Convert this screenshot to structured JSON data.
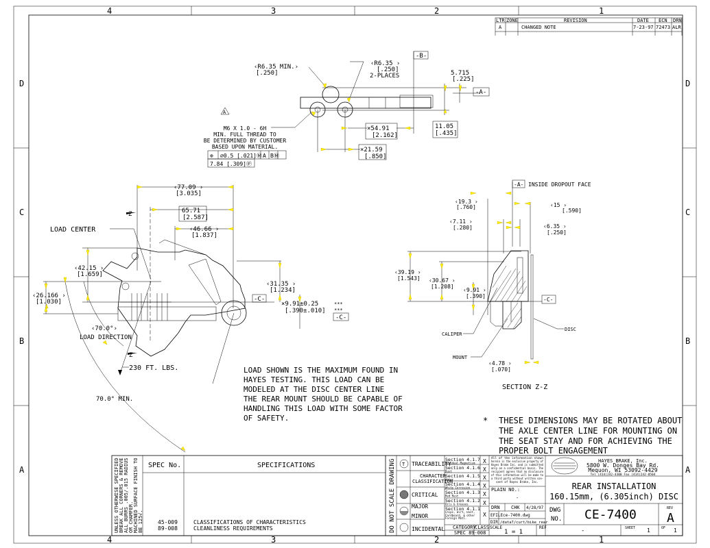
{
  "zones": {
    "top": [
      "4",
      "3",
      "2",
      "1"
    ],
    "side": [
      "D",
      "C",
      "B",
      "A"
    ]
  },
  "revision_block": {
    "headers": [
      "LTR",
      "ZONE",
      "REVISION",
      "DATE",
      "ECN",
      "DRN"
    ],
    "rows": [
      {
        "ltr": "A",
        "zone": "",
        "revision": "CHANGED NOTE",
        "date": "7-23-97",
        "ecn": "72473",
        "drn": "ALR"
      }
    ]
  },
  "top_view": {
    "r_min": "‹R6.35  MIN.›",
    "r_min_in": "[.250]",
    "r_2pl": "‹R6.35 ›",
    "r_2pl_in": "[.250]",
    "r_2pl_note": "2-PLACES",
    "datum_b": "-B-",
    "datum_a": "-A-",
    "d5715": "5.715",
    "d5715_in": "[.225]",
    "d1105": "11.05",
    "d1105_in": "[.435]",
    "d5491": "×54.91",
    "d5491_in": "[2.162]",
    "d2159": "×21.59",
    "d2159_in": "[.850]",
    "note_flag": "A",
    "thread": [
      "M6 X 1.0 - 6H",
      "MIN. FULL THREAD TO",
      "BE DETERMINED BY CUSTOMER",
      "BASED UPON MATERIAL."
    ],
    "fcf": {
      "symbol": "⊕",
      "tol": "∅0.5 [.021]Ⓜ",
      "datum1": "A",
      "datum2": "BⓂ",
      "proj": "7.84 [.309]Ⓟ"
    }
  },
  "side_view": {
    "d7709": "‹77.09 ›",
    "d7709_in": "[3.035]",
    "d6571": "65.71",
    "d6571_in": "[2.587]",
    "d4666": "‹46.66 ›",
    "d4666_in": "[1.837]",
    "load_center": "LOAD CENTER",
    "d4215": "‹42.15 ›",
    "d4215_in": "[1.659]",
    "d26166": "‹26.166 ›",
    "d26166_in": "[1.030]",
    "d7005": "‹70.0°›",
    "load_direction": "LOAD DIRECTION",
    "d3135": "‹31.35 ›",
    "d3135_in": "[1.234]",
    "d991": "×9.91±0.25",
    "d991_in": "[.390±.010]",
    "datum_c": "-C-",
    "stars": "***",
    "z": "Z",
    "load": "230 FT. LBS.",
    "angle_min": "70.0° MIN."
  },
  "section_view": {
    "datum_a": "-A-",
    "inside_face": "INSIDE DROPOUT FACE",
    "d193": "‹19.3 ›",
    "d193_in": "[.760]",
    "d15": "‹15    ›",
    "d15_in": "[.590]",
    "d711": "‹7.11 ›",
    "d711_in": "[.280]",
    "d635": "‹6.35 ›",
    "d635_in": "[.250]",
    "d3919": "‹39.19 ›",
    "d3919_in": "[1.543]",
    "d3067": "‹30.67 ›",
    "d3067_in": "[1.208]",
    "d991": "‹9.91 ›",
    "d991_in": "[.390]",
    "datum_c": "-C-",
    "caliper": "CALIPER",
    "mount": "MOUNT",
    "disc": "DISC",
    "d478": "‹4.78 ›",
    "d478_in": "[.070]",
    "title": "SECTION  Z-Z"
  },
  "notes": {
    "load_note": [
      "LOAD SHOWN IS THE MAXIMUM FOUND IN",
      "HAYES TESTING. THIS LOAD CAN BE",
      "MODELED AT THE DISC CENTER LINE",
      "THE REAR MOUNT SHOULD BE CAPABLE OF",
      "HANDLING THIS LOAD WITH SOME FACTOR",
      "OF SAFETY."
    ],
    "star": "*",
    "rotate_note": [
      "THESE DIMENSIONS MAY BE ROTATED ABOUT",
      "THE AXLE CENTER LINE FOR MOUNTING ON",
      "THE SEAT STAY AND FOR ACHIEVING THE",
      "PROPER BOLT ENGAGEMENT"
    ]
  },
  "title_block": {
    "general_notes": [
      "UNLESS OTHERWISE SPECIFIED",
      "BREAK ALL CORNERS & REMOVE",
      "ALL BURRS .005/.015 RADIUS",
      "OR CHAMFER.",
      "MACHINED SURFACE FINISH TO",
      "BE 125√."
    ],
    "spec_no_header": "SPEC No.",
    "specs_header": "SPECIFICATIONS",
    "specs": [
      {
        "no": "45-009",
        "name": "CLASSIFICATIONS OF CHARACTERISTICS"
      },
      {
        "no": "89-008",
        "name": "CLEANLINESS REQUIREMENTS"
      }
    ],
    "do_not_scale": "DO NOT SCALE DRAWING",
    "classes": [
      {
        "symbol": "T",
        "label": "TRACEABILITY"
      },
      {
        "symbol": "",
        "label": "CHARACTER CLASSIFICATION"
      },
      {
        "symbol": "",
        "label": "CRITICAL"
      },
      {
        "symbol": "",
        "label": "MAJOR"
      },
      {
        "symbol": "",
        "label": "MINOR"
      },
      {
        "symbol": "",
        "label": "INCIDENTAL"
      }
    ],
    "char_class_lines": [
      "CHARACTER",
      "CLASSIFICATION"
    ],
    "sections": [
      {
        "title": "Section 4.1.7",
        "sub": "Residual Magnetism",
        "mark": "X"
      },
      {
        "title": "Section 4.1.6",
        "sub": "Dust",
        "mark": "X"
      },
      {
        "title": "Section 4.1.5",
        "sub": "Water",
        "mark": "X"
      },
      {
        "title": "Section 4.1.4",
        "sub": "White Corrosion",
        "mark": "X"
      },
      {
        "title": "Section 4.1.3",
        "sub": "Red Rust",
        "mark": "X"
      },
      {
        "title": "Section 4.1.2",
        "sub": "Oils & Greases",
        "mark": "X"
      },
      {
        "title": "Section 4.1.1",
        "sub": "Chips, Dirt, Dust, Cardboard, & other Foreign Matl.",
        "mark": "X"
      }
    ],
    "category_header": "CATEGORY",
    "class_header": "CLASS",
    "category_value": "SPEC 89-008",
    "confidential": [
      "All of the information shown",
      "herein is the exclusive property of",
      "Hayes Brake Inc. and is submitted",
      "only on a confidential basis. The",
      "recipient agrees that no disclosure",
      "of this information will be made to",
      "a third party without written con-",
      "sent of Hayes Brake, Inc."
    ],
    "plain_no_label": "PLAIN NO.:",
    "plain_no": "-",
    "drn_label": "DRN",
    "chk_label": "CHK",
    "date": "4/28/97",
    "efile_label": "EFILE",
    "efile": "ce-7400.dwg",
    "dir_label": "DIR",
    "dir": "/data7/curt/bike_rear",
    "scale_label": "SCALE",
    "scale": "1 = 1",
    "ref_label": "REF",
    "ref": "-",
    "company": [
      "HAYES BRAKE, Inc.",
      "5800 W. Donges Bay Rd.",
      "Mequon, WI 53092-4429",
      "Tel (414)242-4300   Fax (414)242-0504"
    ],
    "title": [
      "REAR INSTALLATION",
      "160.15mm, (6.305inch) DISC"
    ],
    "dwg_no_label": [
      "DWG",
      "NO."
    ],
    "dwg_no": "CE-7400",
    "rev_label": "REV",
    "rev": "A",
    "sheet_label": "SHEET",
    "sheet": "1",
    "of_label": "OF",
    "of": "1"
  }
}
